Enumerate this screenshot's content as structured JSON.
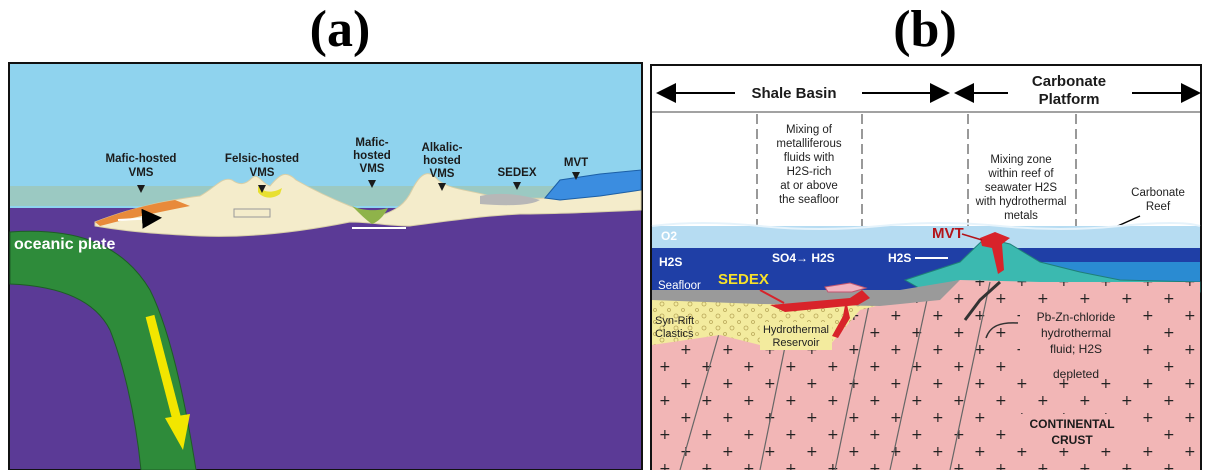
{
  "panels": {
    "a": {
      "label": "(a)",
      "deposits": [
        {
          "line1": "Mafic-hosted",
          "line2": "VMS",
          "line3": ""
        },
        {
          "line1": "Felsic-hosted",
          "line2": "VMS",
          "line3": ""
        },
        {
          "line1": "Mafic-",
          "line2": "hosted",
          "line3": "VMS"
        },
        {
          "line1": "Alkalic-",
          "line2": "hosted",
          "line3": "VMS"
        },
        {
          "line1": "SEDEX",
          "line2": "",
          "line3": ""
        },
        {
          "line1": "MVT",
          "line2": "",
          "line3": ""
        }
      ],
      "oceanic_plate": "oceanic plate"
    },
    "b": {
      "label": "(b)",
      "header_left": "Shale Basin",
      "header_right_1": "Carbonate",
      "header_right_2": "Platform",
      "mixing_left": [
        "Mixing of",
        "metalliferous",
        "fluids with",
        "H2S-rich",
        "at or above",
        "the seafloor"
      ],
      "mixing_right": [
        "Mixing zone",
        "within reef of",
        "seawater H2S",
        "with hydrothermal",
        "metals"
      ],
      "carbonate_reef": [
        "Carbonate",
        "Reef"
      ],
      "o2": "O2",
      "h2s_left": "H2S",
      "so4_reaction": "SO4→ H2S",
      "h2s_right": "H2S",
      "seafloor": "Seafloor",
      "sedex": "SEDEX",
      "mvt": "MVT",
      "syn_rift": [
        "Syn-Rift",
        "Clastics"
      ],
      "hydrothermal_reservoir": [
        "Hydrothermal",
        "Reservoir"
      ],
      "fluid_note": [
        "Pb-Zn-chloride",
        "hydrothermal",
        "fluid; H2S",
        "depleted"
      ],
      "continental_crust": [
        "CONTINENTAL",
        "CRUST"
      ]
    }
  },
  "colors": {
    "sky": "#8fd3ee",
    "mantle": "#5b3a96",
    "plate": "#2e8b3a",
    "arrow": "#f2e600",
    "crust_pink": "#f2b6b6",
    "deep_water": "#1f3fa6",
    "sedex_red": "#d8232a"
  }
}
